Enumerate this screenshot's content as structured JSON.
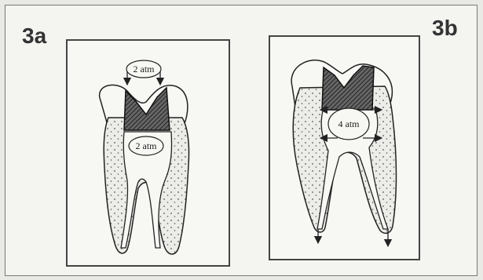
{
  "panels": [
    {
      "id": "a",
      "label": "3a",
      "pressure_top": "2 atm",
      "pressure_pulp": "2 atm"
    },
    {
      "id": "b",
      "label": "3b",
      "pressure_pulp": "4 atm"
    }
  ]
}
